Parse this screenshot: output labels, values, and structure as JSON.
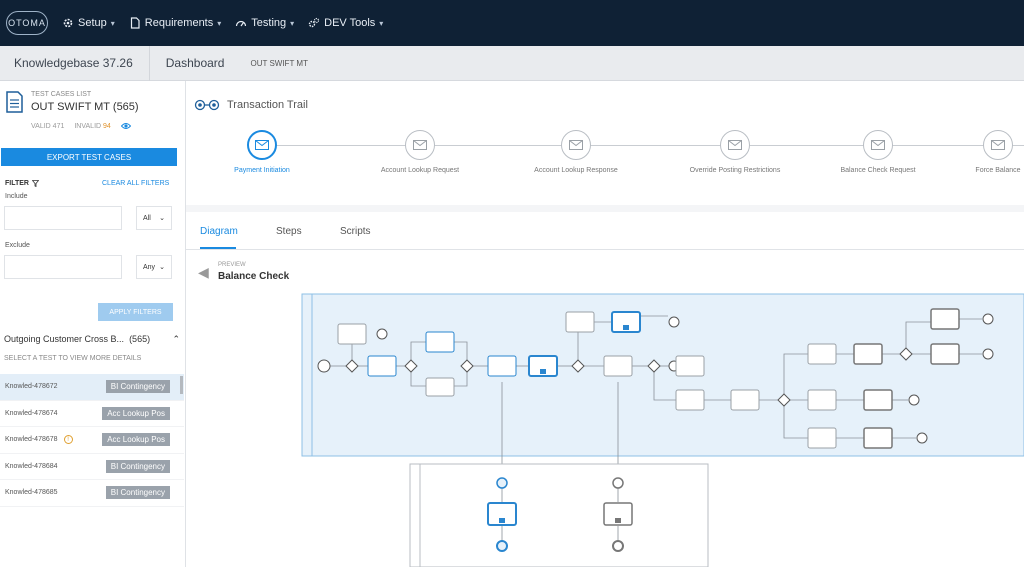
{
  "navbar": {
    "logo": "OTOMA",
    "items": [
      {
        "label": "Setup",
        "icon": "gear-icon"
      },
      {
        "label": "Requirements",
        "icon": "document-icon"
      },
      {
        "label": "Testing",
        "icon": "gauge-icon"
      },
      {
        "label": "DEV Tools",
        "icon": "gears-icon"
      }
    ]
  },
  "breadcrumb": {
    "knowledgebase": "Knowledgebase 37.26",
    "dashboard": "Dashboard",
    "current": "OUT SWIFT MT"
  },
  "sidebar": {
    "list_label": "TEST CASES LIST",
    "list_title": "OUT SWIFT MT",
    "list_count": "(565)",
    "valid_label": "VALID",
    "valid_count": "471",
    "invalid_label": "INVALID",
    "invalid_count": "94",
    "export_label": "EXPORT TEST CASES",
    "filter_label": "FILTER",
    "clear_filters": "CLEAR ALL FILTERS",
    "include_label": "Include",
    "include_select": "All",
    "exclude_label": "Exclude",
    "exclude_select": "Any",
    "apply_label": "APPLY FILTERS",
    "group_title": "Outgoing Customer Cross B...",
    "group_count": "(565)",
    "hint": "SELECT A TEST TO VIEW MORE DETAILS",
    "items": [
      {
        "id": "Knowled-478672",
        "tag": "BI Contingency",
        "selected": true,
        "warn": false
      },
      {
        "id": "Knowled-478674",
        "tag": "Acc Lookup Pos",
        "selected": false,
        "warn": false
      },
      {
        "id": "Knowled-478678",
        "tag": "Acc Lookup Pos",
        "selected": false,
        "warn": true
      },
      {
        "id": "Knowled-478684",
        "tag": "BI Contingency",
        "selected": false,
        "warn": false
      },
      {
        "id": "Knowled-478685",
        "tag": "BI Contingency",
        "selected": false,
        "warn": false
      }
    ]
  },
  "trail": {
    "title": "Transaction Trail",
    "steps": [
      {
        "label": "Payment Initiation",
        "active": true
      },
      {
        "label": "Account Lookup Request",
        "active": false
      },
      {
        "label": "Account Lookup Response",
        "active": false
      },
      {
        "label": "Override Posting Restrictions",
        "active": false
      },
      {
        "label": "Balance Check Request",
        "active": false
      },
      {
        "label": "Force Balance",
        "active": false
      }
    ]
  },
  "tabs": [
    {
      "label": "Diagram",
      "active": true
    },
    {
      "label": "Steps",
      "active": false
    },
    {
      "label": "Scripts",
      "active": false
    }
  ],
  "preview": {
    "label": "PREVIEW",
    "title": "Balance Check"
  },
  "colors": {
    "navbar": "#0f2135",
    "accent": "#1a8ae0",
    "warning": "#e0922b"
  }
}
